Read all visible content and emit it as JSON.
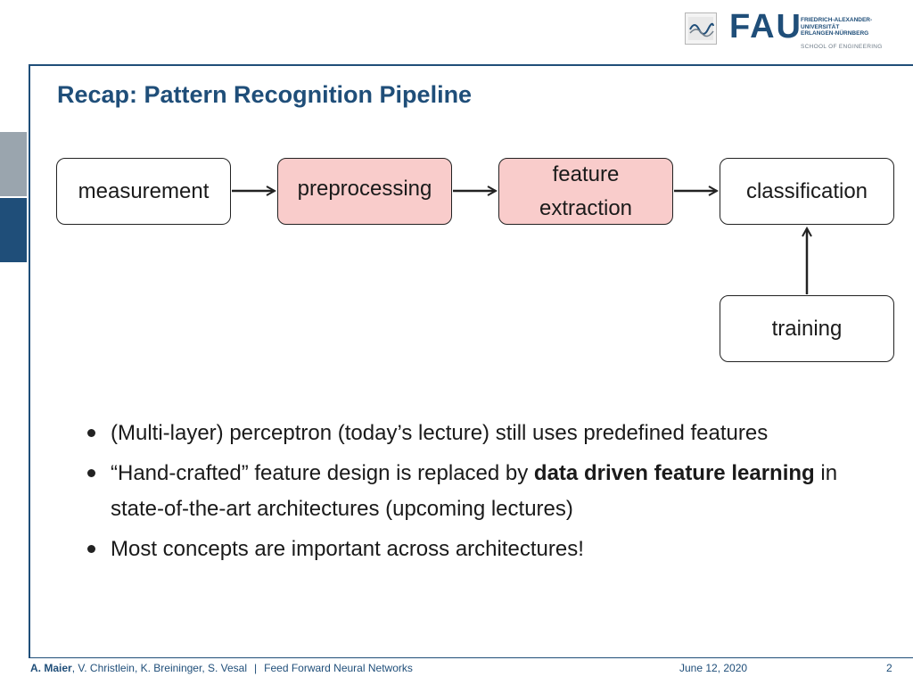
{
  "header": {
    "logo_text": "FAU",
    "university_lines": [
      "FRIEDRICH-ALEXANDER-",
      "UNIVERSITÄT",
      "ERLANGEN-NÜRNBERG"
    ],
    "school": "SCHOOL OF ENGINEERING"
  },
  "slide": {
    "title": "Recap: Pattern Recognition Pipeline"
  },
  "diagram": {
    "nodes": {
      "measurement": "measurement",
      "preprocessing": "preprocessing",
      "feature_extraction": "feature\nextraction",
      "classification": "classification",
      "training": "training"
    },
    "highlight_color": "#f9cccb"
  },
  "bullets": {
    "b1": "(Multi-layer) perceptron (today’s lecture) still uses predefined features",
    "b2_pre": "“Hand-crafted” feature design is replaced by ",
    "b2_bold": "data driven feature learning",
    "b2_post": " in state-of-the-art architectures (upcoming lectures)",
    "b3": "Most concepts are important across architectures!"
  },
  "footer": {
    "lead_author": "A. Maier",
    "other_authors": ", V. Christlein, K. Breininger, S. Vesal",
    "separator": "|",
    "lecture": "Feed Forward Neural Networks",
    "date": "June 12, 2020",
    "page": "2"
  },
  "colors": {
    "brand": "#1f4e79",
    "side_tab_light": "#9aa5ae"
  }
}
